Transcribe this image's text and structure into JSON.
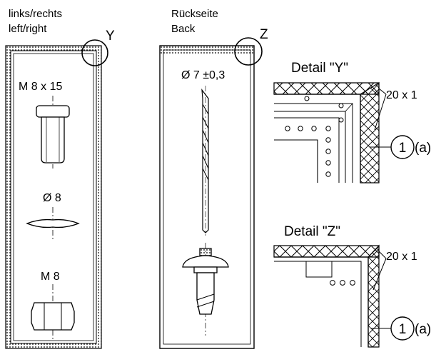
{
  "left_panel": {
    "caption_de": "links/rechts",
    "caption_en": "left/right",
    "detail_marker": "Y",
    "parts": {
      "screw": "M 8 x 15",
      "washer": "Ø 8",
      "nut": "M 8"
    }
  },
  "middle_panel": {
    "caption_de": "Rückseite",
    "caption_en": "Back",
    "detail_marker": "Z",
    "parts": {
      "drill": "Ø 7 ±0,3"
    }
  },
  "detail_y": {
    "title": "Detail \"Y\"",
    "dimension": "20 x 1",
    "item_number": "1",
    "item_suffix": "(a)"
  },
  "detail_z": {
    "title": "Detail \"Z\"",
    "dimension": "20 x 1",
    "item_number": "1",
    "item_suffix": "(a)"
  }
}
